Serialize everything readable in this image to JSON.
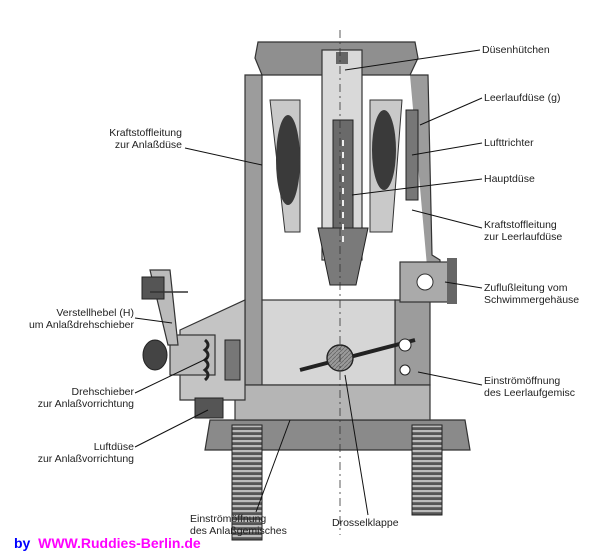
{
  "labels": {
    "duesenhuetchen": "Düsenhütchen",
    "leerlaufduese": "Leerlaufdüse (g)",
    "lufttrichter": "Lufttrichter",
    "hauptduese": "Hauptdüse",
    "kraftstoff_leerlauf_1": "Kraftstoffleitung",
    "kraftstoff_leerlauf_2": "zur Leerlaufdüse",
    "zufluss_1": "Zuflußleitung vom",
    "zufluss_2": "Schwimmergehäuse",
    "einstroem_leer_1": "Einströmöffnung",
    "einstroem_leer_2": "des Leerlaufgemisc",
    "drosselklappe": "Drosselklappe",
    "einstroem_anlass_1": "Einströmöffnung",
    "einstroem_anlass_2": "des Anlaßgemisches",
    "kraftstoff_anlass_1": "Kraftstoffleitung",
    "kraftstoff_anlass_2": "zur Anlaßdüse",
    "verstellhebel_1": "Verstellhebel (H)",
    "verstellhebel_2": "um Anlaßdrehschieber",
    "drehschieber_1": "Drehschieber",
    "drehschieber_2": "zur Anlaßvorrichtung",
    "luftduese_1": "Luftdüse",
    "luftduese_2": "zur Anlaßvorrichtung"
  },
  "footer": {
    "by": "by",
    "site": "WWW.Ruddies-Berlin.de"
  }
}
